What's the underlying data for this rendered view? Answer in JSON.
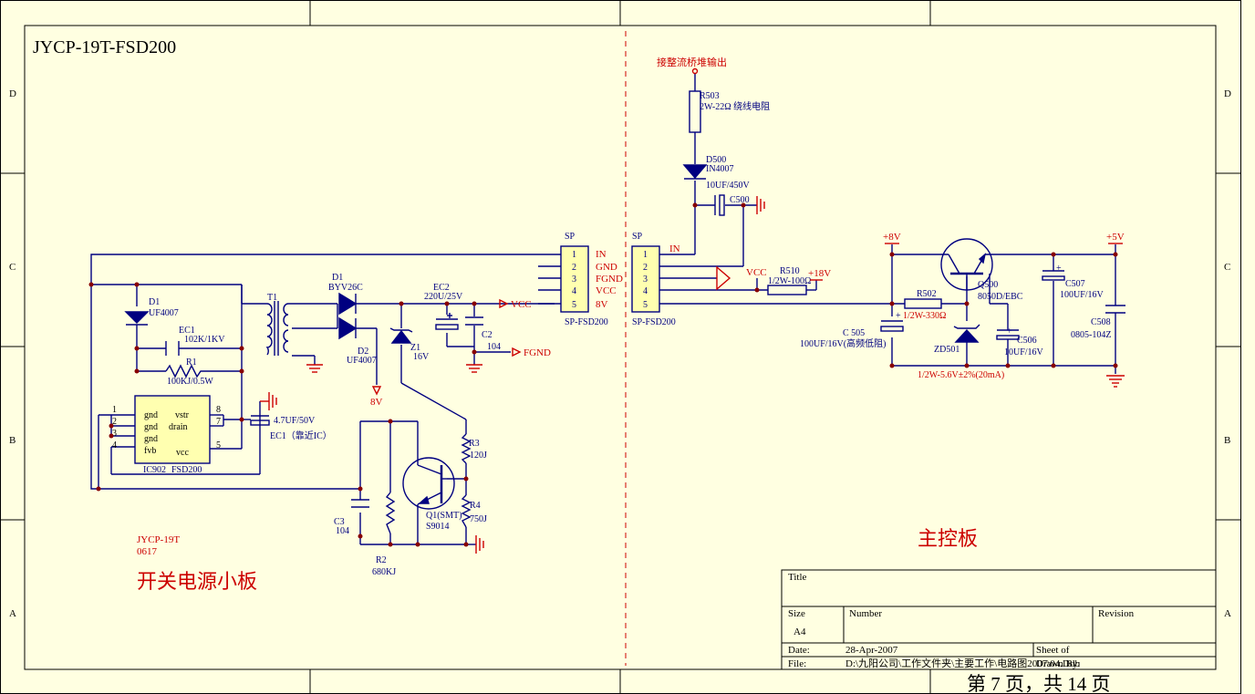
{
  "sheet": {
    "title_code": "JYCP-19T-FSD200",
    "zone_rows": [
      "D",
      "C",
      "B",
      "A"
    ],
    "board_left_label": "开关电源小板",
    "board_right_label": "主控板",
    "model_note_1": "JYCP-19T",
    "model_note_2": "0617",
    "page_footer": "第 7 页，共 14 页"
  },
  "title_block": {
    "title_label": "Title",
    "size_label": "Size",
    "size_value": "A4",
    "number_label": "Number",
    "revision_label": "Revision",
    "date_label": "Date:",
    "date_value": "28-Apr-2007",
    "sheet_label": "Sheet   of",
    "file_label": "File:",
    "file_value": "D:\\九阳公司\\工作文件夹\\主要工作\\电路图2007\\04.Ddb",
    "drawn_by": "Drawn By:"
  },
  "left_board": {
    "d1_name": "D1",
    "d1_value": "UF4007",
    "ec1_name": "EC1",
    "ec1_value": "102K/1KV",
    "r1_name": "R1",
    "r1_value": "100KJ/0.5W",
    "t1_name": "T1",
    "d1b_name": "D1",
    "d1b_value": "BYV26C",
    "d2_name": "D2",
    "d2_value": "UF4007",
    "ec2_name": "EC2",
    "ec2_value": "220U/25V",
    "c2_name": "C2",
    "c2_value": "104",
    "z1_name": "Z1",
    "z1_value": "16V",
    "net_vcc": "VCC",
    "net_fgnd": "FGND",
    "net_8v": "8V",
    "ic_name": "IC902",
    "ic_value": "FSD200",
    "ic_pins_left": [
      "1",
      "2",
      "3",
      "4"
    ],
    "ic_pins_left_names": [
      "gnd",
      "gnd",
      "gnd",
      "fvb"
    ],
    "ic_pins_right": [
      "8",
      "7",
      "5"
    ],
    "ic_pins_right_names": [
      "vstr",
      "drain",
      "vcc"
    ],
    "ec1b_value": "4.7UF/50V",
    "ec1b_name": "EC1（靠近IC）",
    "r3_name": "R3",
    "r3_value": "120J",
    "r4_name": "R4",
    "r4_value": "750J",
    "q1_name": "Q1(SMT)",
    "q1_value": "S9014",
    "c3_name": "C3",
    "c3_value": "104",
    "r2_name": "R2",
    "r2_value": "680KJ"
  },
  "connector_left": {
    "ref": "SP",
    "pins": [
      "1",
      "2",
      "3",
      "4",
      "5"
    ],
    "signals": [
      "IN",
      "GND",
      "FGND",
      "VCC",
      "8V"
    ],
    "part": "SP-FSD200"
  },
  "connector_right": {
    "ref": "SP",
    "pins": [
      "1",
      "2",
      "3",
      "4",
      "5"
    ],
    "signals": [
      "IN"
    ],
    "part": "SP-FSD200"
  },
  "right_board": {
    "input_note": "接整流桥堆输出",
    "r503_name": "R503",
    "r503_value": "2W-22Ω 绕线电阻",
    "d500_name": "D500",
    "d500_value": "IN4007",
    "c500_value": "10UF/450V",
    "c500_name": "C500",
    "net_vcc": "VCC",
    "r510_name": "R510",
    "r510_value": "1/2W-100Ω",
    "net_18v": "+18V",
    "net_8v": "+8V",
    "net_5v": "+5V",
    "q500_name": "Q500",
    "q500_value": "8050D/EBC",
    "r502_name": "R502",
    "r502_value": "1/2W-330Ω",
    "c505_name": "C 505",
    "c505_value": "100UF/16V(高频低阻)",
    "zd501_name": "ZD501",
    "zd501_value": "1/2W-5.6V±2%(20mA)",
    "c506_name": "C506",
    "c506_value": "10UF/16V",
    "c507_name": "C507",
    "c507_value": "100UF/16V",
    "c508_name": "C508",
    "c508_value": "0805-104Z"
  },
  "colors": {
    "wire": "#000080",
    "accent": "#cc0000",
    "background": "#ffffe1"
  }
}
